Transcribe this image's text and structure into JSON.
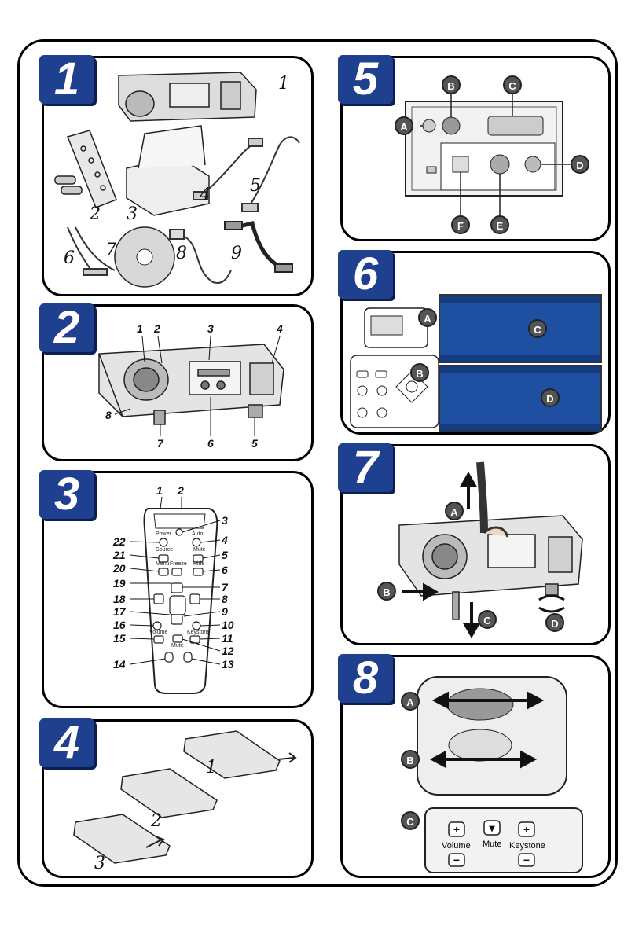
{
  "panels": [
    {
      "number": "1"
    },
    {
      "number": "2"
    },
    {
      "number": "3"
    },
    {
      "number": "4"
    },
    {
      "number": "5"
    },
    {
      "number": "6"
    },
    {
      "number": "7"
    },
    {
      "number": "8"
    }
  ],
  "panel1": {
    "labels": [
      "1",
      "2",
      "3",
      "4",
      "5",
      "6",
      "7",
      "8",
      "9"
    ]
  },
  "panel2": {
    "labels": [
      "1",
      "2",
      "3",
      "4",
      "5",
      "6",
      "7",
      "8"
    ]
  },
  "panel3": {
    "callouts": [
      "1",
      "2",
      "3",
      "4",
      "5",
      "6",
      "7",
      "8",
      "9",
      "10",
      "11",
      "12",
      "13",
      "14",
      "15",
      "16",
      "17",
      "18",
      "19",
      "20",
      "21",
      "22"
    ],
    "buttons": {
      "power": "Power",
      "auto": "Auto",
      "source": "Source",
      "mute": "Mute",
      "freeze": "Freeze",
      "menu": "Menu",
      "hide": "Hide",
      "volume": "Volume",
      "keystone": "Keystone",
      "mute2": "Mute"
    }
  },
  "panel4": {
    "labels": [
      "1",
      "2",
      "3"
    ]
  },
  "panel5": {
    "callouts": [
      "A",
      "B",
      "C",
      "D",
      "E",
      "F"
    ]
  },
  "panel6": {
    "callouts": [
      "A",
      "B",
      "C",
      "D"
    ]
  },
  "panel7": {
    "callouts": [
      "A",
      "B",
      "C",
      "D"
    ]
  },
  "panel8": {
    "callouts": [
      "A",
      "B",
      "C"
    ],
    "buttons": {
      "volume": "Volume",
      "mute": "Mute",
      "keystone": "Keystone"
    }
  },
  "colors": {
    "badge": "#1f3f8f",
    "screen": "#1f4fa0"
  }
}
